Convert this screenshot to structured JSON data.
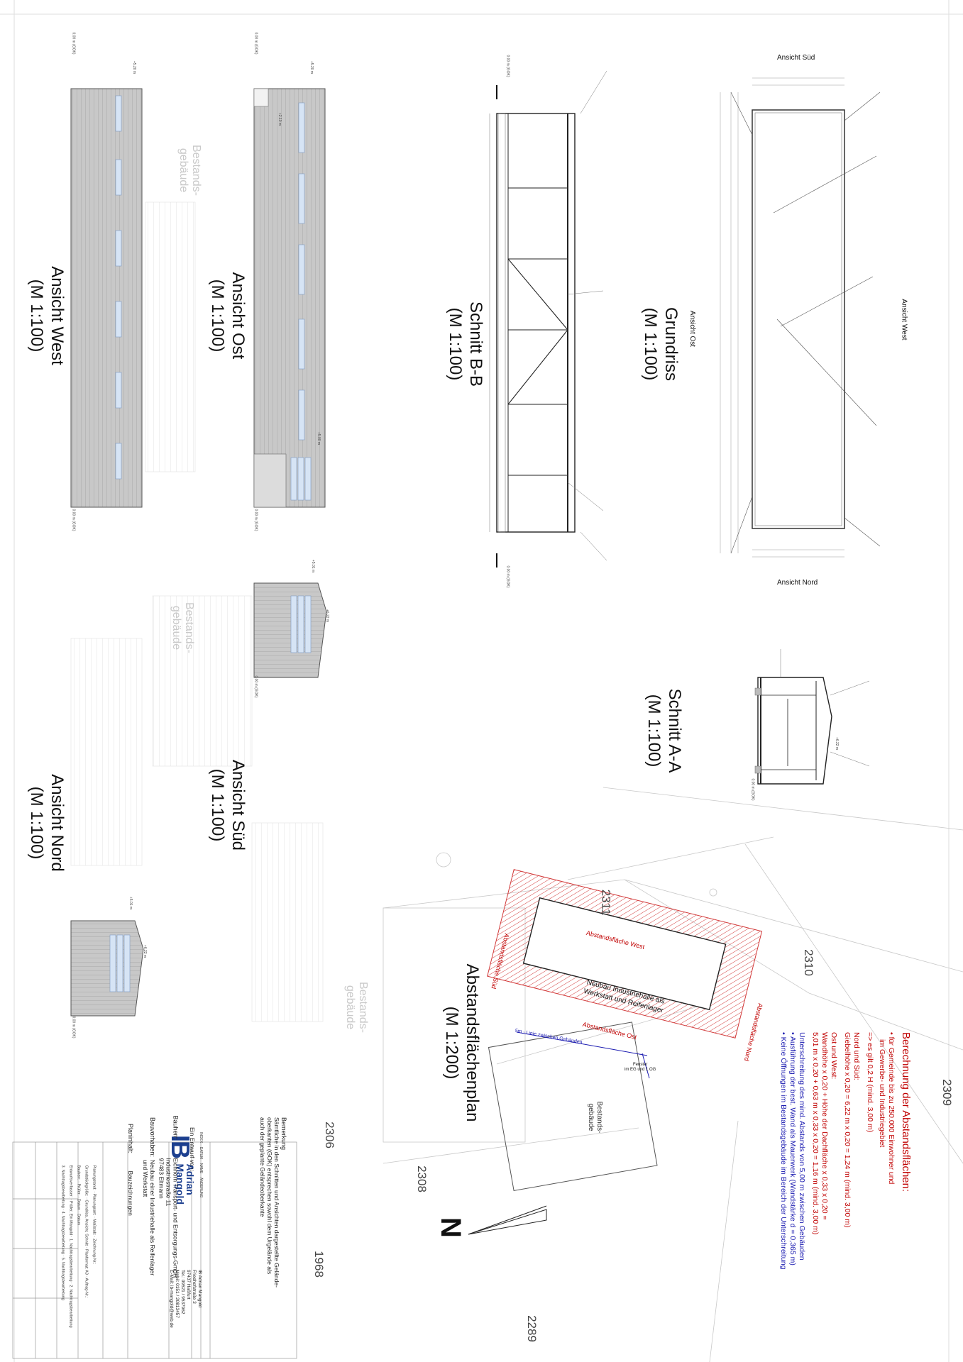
{
  "views": {
    "grundriss": {
      "title": "Grundriss",
      "scale": "(M 1:100)"
    },
    "schnitt_bb": {
      "title": "Schnitt B-B",
      "scale": "(M 1:100)"
    },
    "ansicht_ost": {
      "title": "Ansicht Ost",
      "scale": "(M 1:100)"
    },
    "ansicht_west": {
      "title": "Ansicht West",
      "scale": "(M 1:100)"
    },
    "schnitt_aa": {
      "title": "Schnitt A-A",
      "scale": "(M 1:100)"
    },
    "ansicht_sued": {
      "title": "Ansicht Süd",
      "scale": "(M 1:100)"
    },
    "ansicht_nord": {
      "title": "Ansicht Nord",
      "scale": "(M 1:100)"
    },
    "abstand": {
      "title": "Abstandsflächenplan",
      "scale": "(M 1:200)"
    }
  },
  "grundriss_labels": {
    "ansicht_sued": "Ansicht Süd",
    "ansicht_nord": "Ansicht Nord",
    "ansicht_ost": "Ansicht Ost",
    "ansicht_west": "Ansicht West"
  },
  "bestand_label": "Bestands-\ngebäude",
  "levels": {
    "gok": "0.00 m (GOK)",
    "h520": "+5.20 m",
    "h500": "+5.00 m",
    "h622": "+6.22 m",
    "h501": "+5.01 m",
    "h210": "+2.10 m"
  },
  "parcels": [
    "2311",
    "2310",
    "2309",
    "2306",
    "2308",
    "1968",
    "2289"
  ],
  "site_plan": {
    "building": "Neubau Industriehalle als\nWerkstatt und Reifenlager",
    "west": "Abstandsfläche West",
    "ost": "Abstandsfläche Ost",
    "nord": "Abstandsfläche Nord",
    "sued": "Abstandsfläche Süd",
    "line5m": "5m - Linie zwischen Gebäuden",
    "fenster": "Fenster\nim EG und 1.OG",
    "bestand": "Bestands-\ngebäude",
    "north": "N"
  },
  "calculation": {
    "heading": "Berechnung der Abstandsflächen:",
    "b1": "für Gemeinde bis zu 250.000 Einwohner und",
    "b1b": "im Gewerbe- und Industriegebiet",
    "b2": "=> es gilt 0,2 H (mind. 3,00 m)",
    "ns_h": "Nord und Süd:",
    "ns_v": "Giebelhöhe x 0,20 = 6,22 m x 0,20 = 1,24 m (mind. 3,00 m)",
    "ow_h": "Ost und West:",
    "ow_v1": "Wandhöhe x 0,20 + Höhe der Dachfläche x 0,33 x 0,20 =",
    "ow_v2": "5,01 m x 0,20 + 0,63 m x 0,33 x 0,20 = 1,16 m (mind. 3,00 m)",
    "n1": "Unterschreitung des mind. Abstands von 5,00 m zwischen Gebäuden",
    "n2": "Ausführung der best. Wand als Mauerwerk (Wandstärke d = 0,365 m)",
    "n3": "Keine Öffnungen im Bestandsgebäude im Bereich der Unterschreitung"
  },
  "titleblock": {
    "bemerkung_h": "Bemerkung",
    "bemerkung": "Sämtliche in den Schnitten und Ansichten dargestellte Gelände-\noberkanten (GOK) entsprechen sowohl dem Urgelände als\nauch der geplante Geländeoberkante",
    "index": "INDEX",
    "datum": "DATUM",
    "name": "NAME",
    "aenderung": "ÄNDERUNG",
    "entwurf": "Ein Entwurf von:",
    "logo_ib": "IB",
    "logo_name": "Adrian\nMangold",
    "address": "IB Adrian Mangold\nFriedhofstraße 3\n97437 Haßfurt\nTel.: 09521 / 9537962\nMobil: 0151 / 20813457\nE-Mail: ib-mangold@web.de",
    "bauherr_h": "Bauherr:",
    "bauherr": "Eichhorn Transport- und Entsorgungs-GmbH\nIndustriestraße 11\n97483 Eltmann",
    "vorhaben_h": "Bauvorhaben:",
    "vorhaben": "Neubau einer Industriehalle als Reifenlager\nund Werkstatt",
    "inhalt_h": "Planinhalt:",
    "inhalt": "Bauzeichnungen",
    "row1": [
      "Planungstand:",
      "Planungsart:",
      "Maßstab:",
      "Zeichnung-Nr.:"
    ],
    "row2": [
      "Grundstückgröße:",
      "Grundriss, Ansicht, Schnitt",
      "Planformat: A3",
      "Auftrag-Nr.:"
    ],
    "row3": [
      "Bauherr:",
      "Prüfer:",
      "Datum",
      "Datum"
    ],
    "row4": [
      "Entwurfsverfasser:",
      "Prüfer, Ein Mangold",
      "1. Nachtragsbearbeitung",
      "2. Nachtragsbearbeitung"
    ],
    "row5": [
      "",
      "3. Nachtragsbearbeitung",
      "4. Nachtragsbearbeitung",
      "5. Nachtragsbearbeitung"
    ]
  }
}
